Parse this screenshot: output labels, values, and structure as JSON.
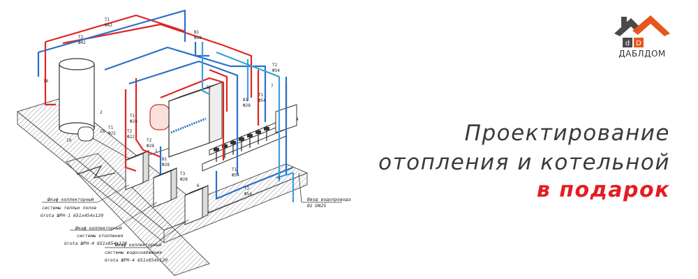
{
  "headline": {
    "line1": "Проектирование",
    "line2": "отопления и котельной",
    "highlight": "в подарок",
    "text_color": "#3a3a3a",
    "highlight_color": "#e31d23"
  },
  "logo": {
    "name": "ДАБЛДОМ",
    "mark_letters": [
      "d",
      "D"
    ],
    "roof_color": "#e8561f",
    "dark_color": "#4a4a4a"
  },
  "scheme": {
    "pipe_colors": {
      "supply": "#e02424",
      "return": "#2a6fc9",
      "cold_water": "#3aa0d8"
    },
    "pipe_labels": {
      "t1": "Т1",
      "t2": "Т2",
      "t3": "Т3",
      "b1": "В1",
      "d42": "Ф42",
      "d28": "Ф28",
      "d54": "Ф54",
      "d22": "Ф22"
    },
    "callouts": [
      "1",
      "2",
      "4",
      "5",
      "6",
      "7",
      "16",
      "18",
      "19",
      "22"
    ],
    "input_note": [
      "Ввод водопровода",
      "В1 DN25"
    ],
    "cabinet_notes": [
      [
        "Шкаф коллекторный",
        "системы теплых полов",
        "Grota ШРН-1 651х454х120"
      ],
      [
        "Шкаф коллекторный",
        "системы отопления",
        "Grota ШРН-4 651х854х120"
      ],
      [
        "Шкаф коллекторный",
        "системы водоснабжения",
        "Grota ШРН-4 651х854х120"
      ]
    ]
  }
}
